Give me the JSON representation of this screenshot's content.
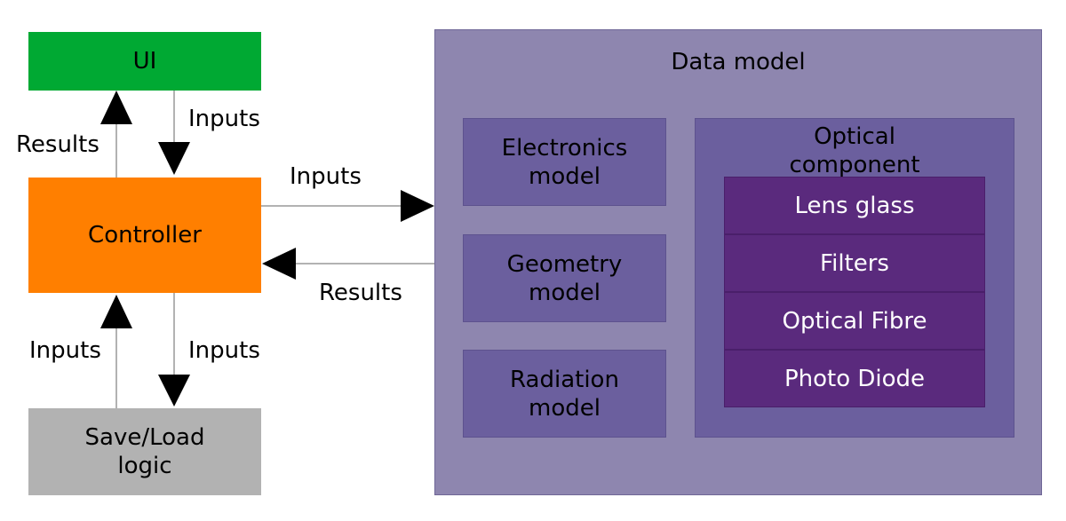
{
  "ui_box": {
    "label": "UI",
    "color": "#00a933"
  },
  "controller_box": {
    "label": "Controller",
    "color": "#ff7f00"
  },
  "saveload_box": {
    "label": "Save/Load logic",
    "color": "#b2b2b2"
  },
  "data_model": {
    "title": "Data model",
    "color": "#8e86af",
    "submodels": [
      "Electronics model",
      "Geometry model",
      "Radiation model"
    ],
    "optical": {
      "title": "Optical component models",
      "components": [
        "Lens glass",
        "Filters",
        "Optical Fibre",
        "Photo Diode"
      ]
    }
  },
  "arrows": {
    "ui_to_controller": "Inputs",
    "controller_to_ui": "Results",
    "controller_to_datamodel": "Inputs",
    "datamodel_to_controller": "Results",
    "saveload_to_controller": "Inputs",
    "controller_to_saveload": "Inputs"
  }
}
